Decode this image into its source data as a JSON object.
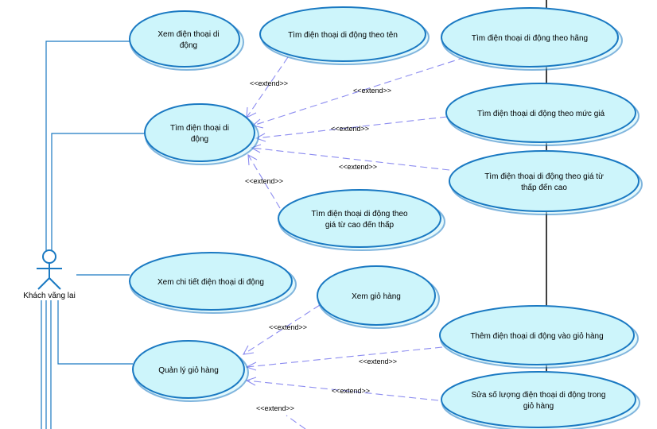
{
  "actor": {
    "name": "Khách vãng lai"
  },
  "extend_label": "<<extend>>",
  "use_cases": {
    "xem_dien_thoai": [
      "Xem điện thoại di",
      "động"
    ],
    "tim_theo_ten": [
      "Tìm điện thoại di động theo tên"
    ],
    "tim_theo_hang": [
      "Tìm điện thoại di động theo hãng"
    ],
    "tim_dien_thoai": [
      "Tìm điện thoại di",
      "động"
    ],
    "tim_theo_muc_gia": [
      "Tìm điện thoại di động theo mức giá"
    ],
    "tim_thap_den_cao": [
      "Tìm điện thoại di động theo giá từ",
      "thấp đến cao"
    ],
    "tim_cao_den_thap": [
      "Tìm điện thoại di động theo",
      "giá từ cao đến thấp"
    ],
    "xem_chi_tiet": [
      "Xem chi tiết điện thoại di động"
    ],
    "xem_gio_hang": [
      "Xem giỏ hàng"
    ],
    "them_vao_gio": [
      "Thêm điện thoại di động vào giỏ hàng"
    ],
    "quan_ly_gio": [
      "Quản lý giỏ hàng"
    ],
    "sua_so_luong": [
      "Sửa số lượng điện thoại di động trong",
      "giỏ hàng"
    ]
  }
}
